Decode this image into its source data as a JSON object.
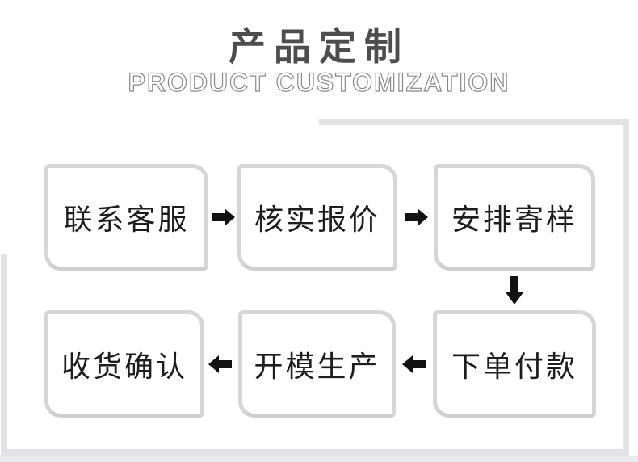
{
  "header": {
    "title": "产品定制",
    "subtitle": "PRODUCT CUSTOMIZATION"
  },
  "flow": {
    "steps": [
      {
        "order": 1,
        "label": "联系客服"
      },
      {
        "order": 2,
        "label": "核实报价"
      },
      {
        "order": 3,
        "label": "安排寄样"
      },
      {
        "order": 4,
        "label": "下单付款"
      },
      {
        "order": 5,
        "label": "开模生产"
      },
      {
        "order": 6,
        "label": "收货确认"
      }
    ],
    "arrows": [
      {
        "from": "联系客服",
        "to": "核实报价",
        "direction": "right"
      },
      {
        "from": "核实报价",
        "to": "安排寄样",
        "direction": "right"
      },
      {
        "from": "安排寄样",
        "to": "下单付款",
        "direction": "down"
      },
      {
        "from": "下单付款",
        "to": "开模生产",
        "direction": "left"
      },
      {
        "from": "开模生产",
        "to": "收货确认",
        "direction": "left"
      }
    ]
  },
  "colors": {
    "background": "#ffffff",
    "title_text": "#4d4d4d",
    "subtitle_text": "#8a8a8a",
    "box_border": "#d6d6d6",
    "box_text": "#1d1d1d",
    "arrow": "#111111",
    "frame_line": "#e2e2e7",
    "bottom_band": "#ebebef"
  }
}
